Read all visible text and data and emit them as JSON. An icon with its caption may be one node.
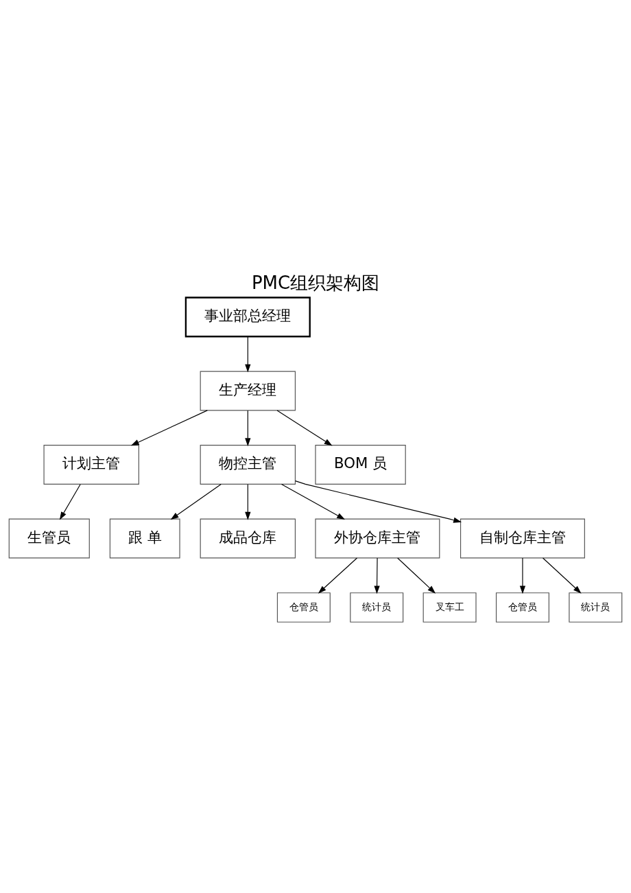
{
  "diagram": {
    "title": "PMC组织架构图",
    "nodes": [
      {
        "text": [
          "事业部总经理"
        ]
      },
      {
        "text": [
          "生产经理"
        ]
      },
      {
        "text": [
          "计划主管"
        ]
      },
      {
        "text": [
          "物控主管"
        ]
      },
      {
        "text": [
          "BOM 员"
        ]
      },
      {
        "text": [
          "跟 单"
        ]
      },
      {
        "text": [
          "生管员"
        ]
      },
      {
        "text": [
          "成品仓库"
        ]
      },
      {
        "text": [
          "外协仓库主管"
        ]
      },
      {
        "text": [
          "自制仓库主管"
        ]
      },
      {
        "text": [
          "仓管员"
        ]
      },
      {
        "text": [
          "统计员"
        ]
      },
      {
        "text": [
          "叉车工"
        ]
      },
      {
        "text": [
          "仓管员"
        ]
      },
      {
        "text": [
          "统计员"
        ]
      }
    ],
    "edges": [
      {
        "from": 0,
        "to": 1,
        "arrow": "to"
      },
      {
        "from": 1,
        "to": 2,
        "arrow": "to"
      },
      {
        "from": 1,
        "to": 3,
        "arrow": "to"
      },
      {
        "from": 1,
        "to": 4,
        "arrow": "to"
      },
      {
        "from": 2,
        "to": 6,
        "arrow": "to"
      },
      {
        "from": 3,
        "to": 5,
        "arrow": "to"
      },
      {
        "from": 3,
        "to": 7,
        "arrow": "to"
      },
      {
        "from": 3,
        "to": 8,
        "arrow": "to"
      },
      {
        "from": 3,
        "to": 9,
        "arrow": "to"
      },
      {
        "from": 8,
        "to": 10,
        "arrow": "to"
      },
      {
        "from": 8,
        "to": 11,
        "arrow": "to"
      },
      {
        "from": 8,
        "to": 12,
        "arrow": "to"
      },
      {
        "from": 9,
        "to": 13,
        "arrow": "to"
      },
      {
        "from": 9,
        "to": 14,
        "arrow": "to"
      }
    ]
  }
}
